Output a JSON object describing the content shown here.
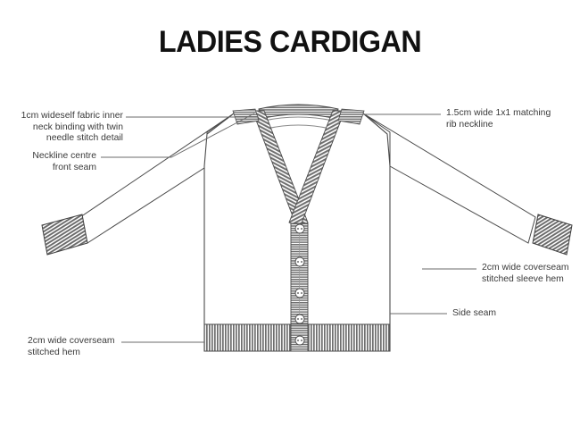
{
  "page": {
    "title": "LADIES CARDIGAN",
    "background_color": "#ffffff",
    "ink_color": "#3a3a3a",
    "title_color": "#111111",
    "garment_outline_color": "#4a4a4a",
    "rib_color": "#7d7d7d",
    "leader_color": "#6b6b6b"
  },
  "annotations": {
    "neck_binding": {
      "text": "1cm wideself fabric inner\nneck binding with twin\nneedle stitch detail",
      "side": "left"
    },
    "neckline_centre_front_seam": {
      "text": "Neckline centre\nfront seam",
      "side": "left"
    },
    "rib_neckline": {
      "text": "1.5cm wide 1x1 matching\nrib neckline",
      "side": "right"
    },
    "sleeve_hem": {
      "text": "2cm wide coverseam\nstitched sleeve hem",
      "side": "right"
    },
    "side_seam": {
      "text": "Side seam",
      "side": "right"
    },
    "body_hem": {
      "text": "2cm wide coverseam\nstitched hem",
      "side": "left"
    }
  },
  "garment": {
    "type": "cardigan",
    "view": "front-flat",
    "buttons_count": 5,
    "neckline": "v-neck",
    "sleeve": "raglan-long"
  }
}
